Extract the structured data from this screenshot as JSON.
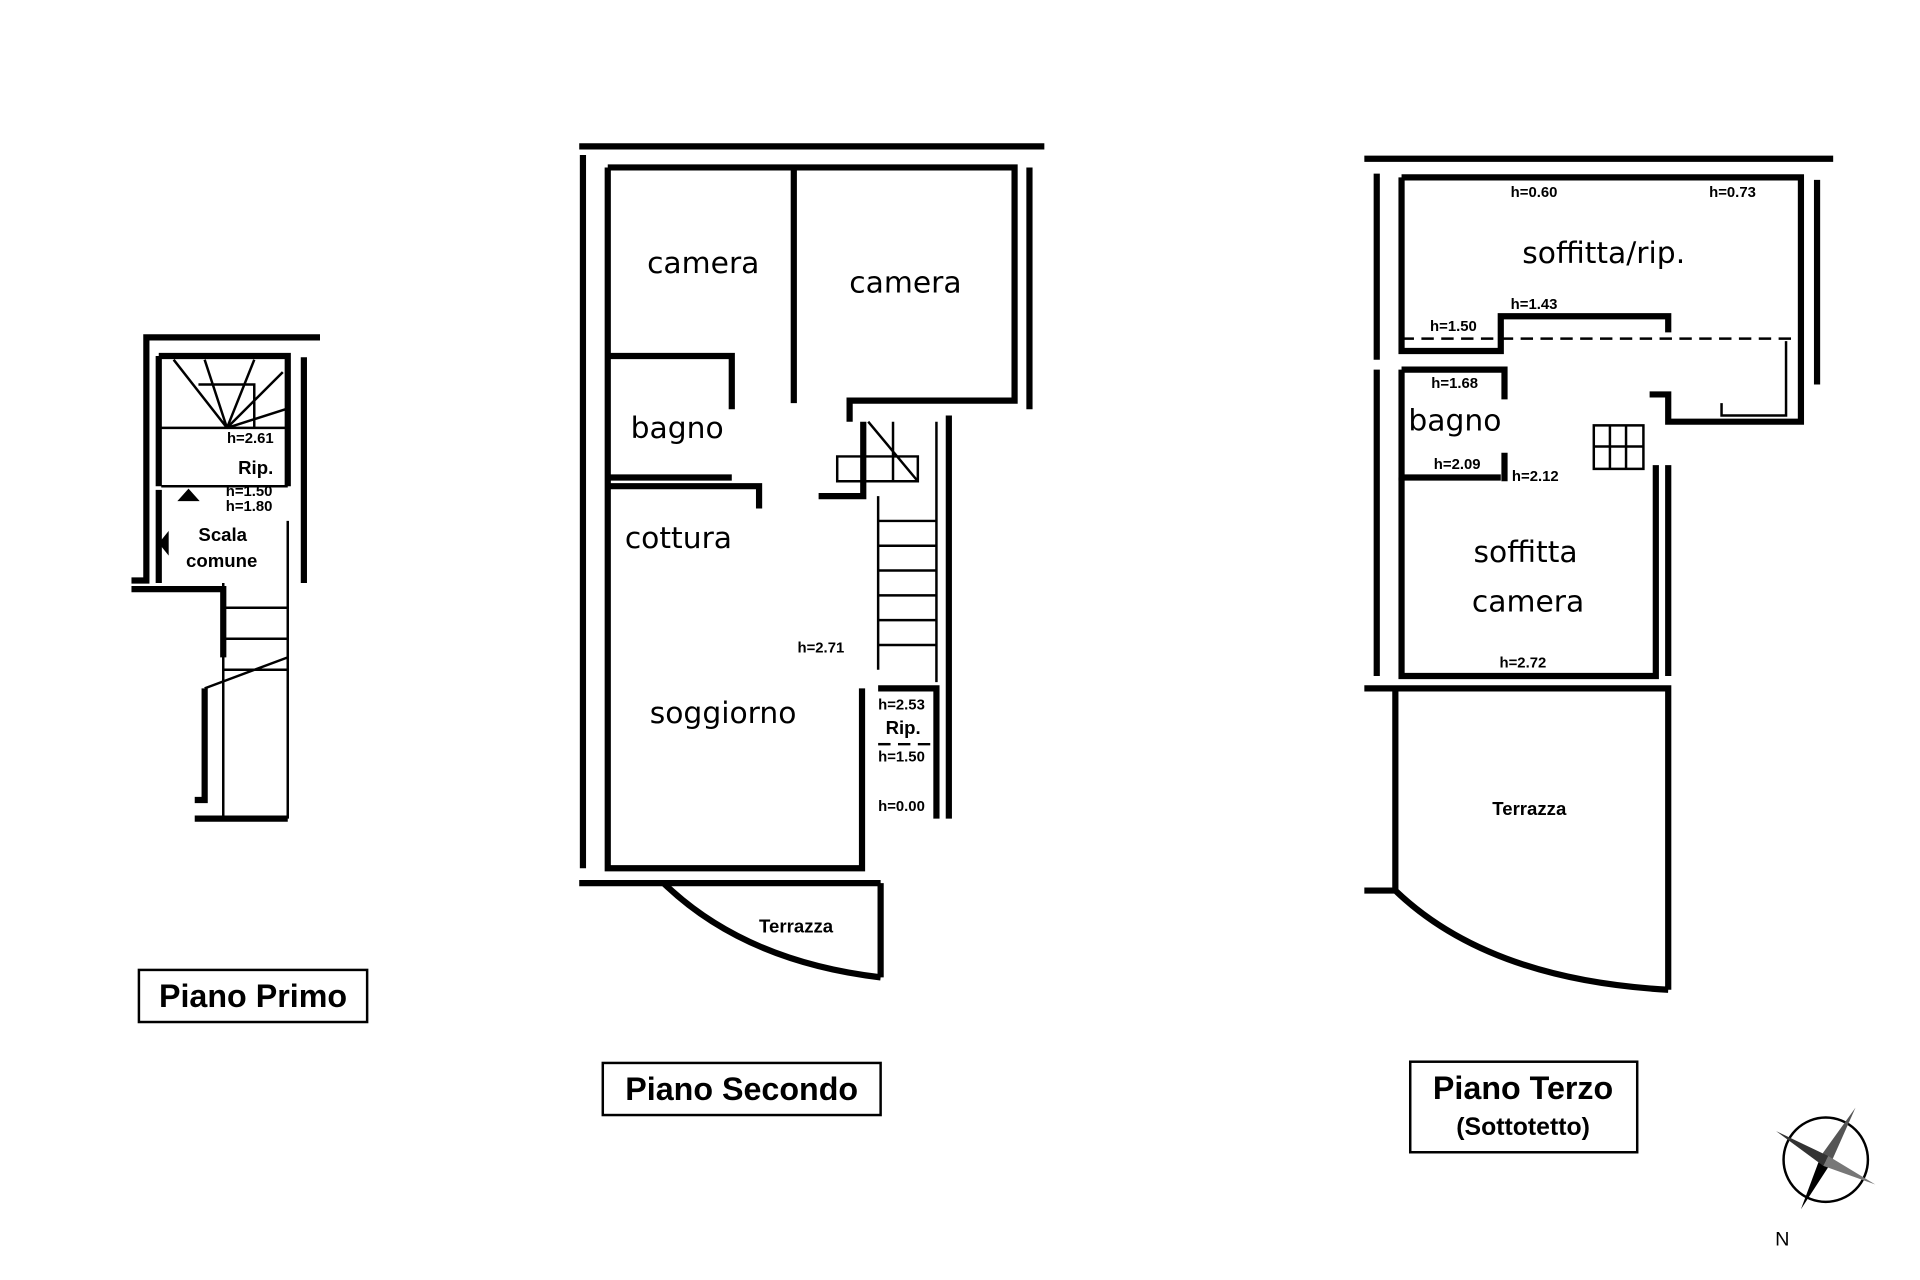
{
  "floors": {
    "primo": {
      "label": "Piano Primo",
      "rooms": {
        "scala": "Scala",
        "comune": "comune",
        "rip": "Rip."
      },
      "heights": [
        "h=2.61",
        "h=1.50",
        "h=1.80"
      ]
    },
    "secondo": {
      "label": "Piano Secondo",
      "rooms": {
        "camera1": "camera",
        "camera2": "camera",
        "bagno": "bagno",
        "cottura": "cottura",
        "soggiorno": "soggiorno",
        "rip": "Rip.",
        "terrazza": "Terrazza"
      },
      "heights": [
        "h=2.71",
        "h=2.53",
        "h=1.50",
        "h=0.00"
      ]
    },
    "terzo": {
      "label": "Piano Terzo",
      "sublabel": "(Sottotetto)",
      "rooms": {
        "soffitta_rip": "soffitta/rip.",
        "bagno": "bagno",
        "soffitta": "soffitta",
        "camera": "camera",
        "terrazza": "Terrazza"
      },
      "heights": [
        "h=0.60",
        "h=0.73",
        "h=1.43",
        "h=1.50",
        "h=1.68",
        "h=2.09",
        "h=2.12",
        "h=2.72"
      ]
    }
  },
  "compass": {
    "north": "N"
  }
}
